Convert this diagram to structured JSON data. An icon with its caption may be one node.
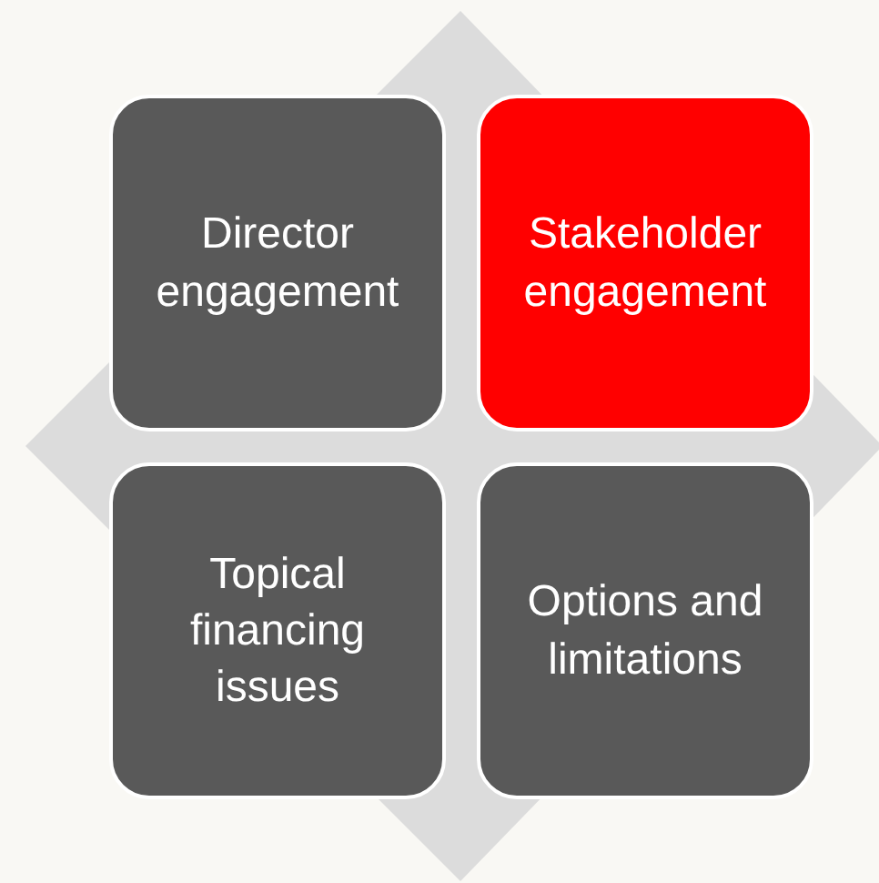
{
  "diagram": {
    "nodes": [
      {
        "text": [
          "Director engagement"
        ]
      },
      {
        "text": [
          "Stakeholder engagement"
        ]
      },
      {
        "text": [
          "Topical financing issues"
        ]
      },
      {
        "text": [
          "Options and limitations"
        ]
      }
    ],
    "edges": []
  }
}
